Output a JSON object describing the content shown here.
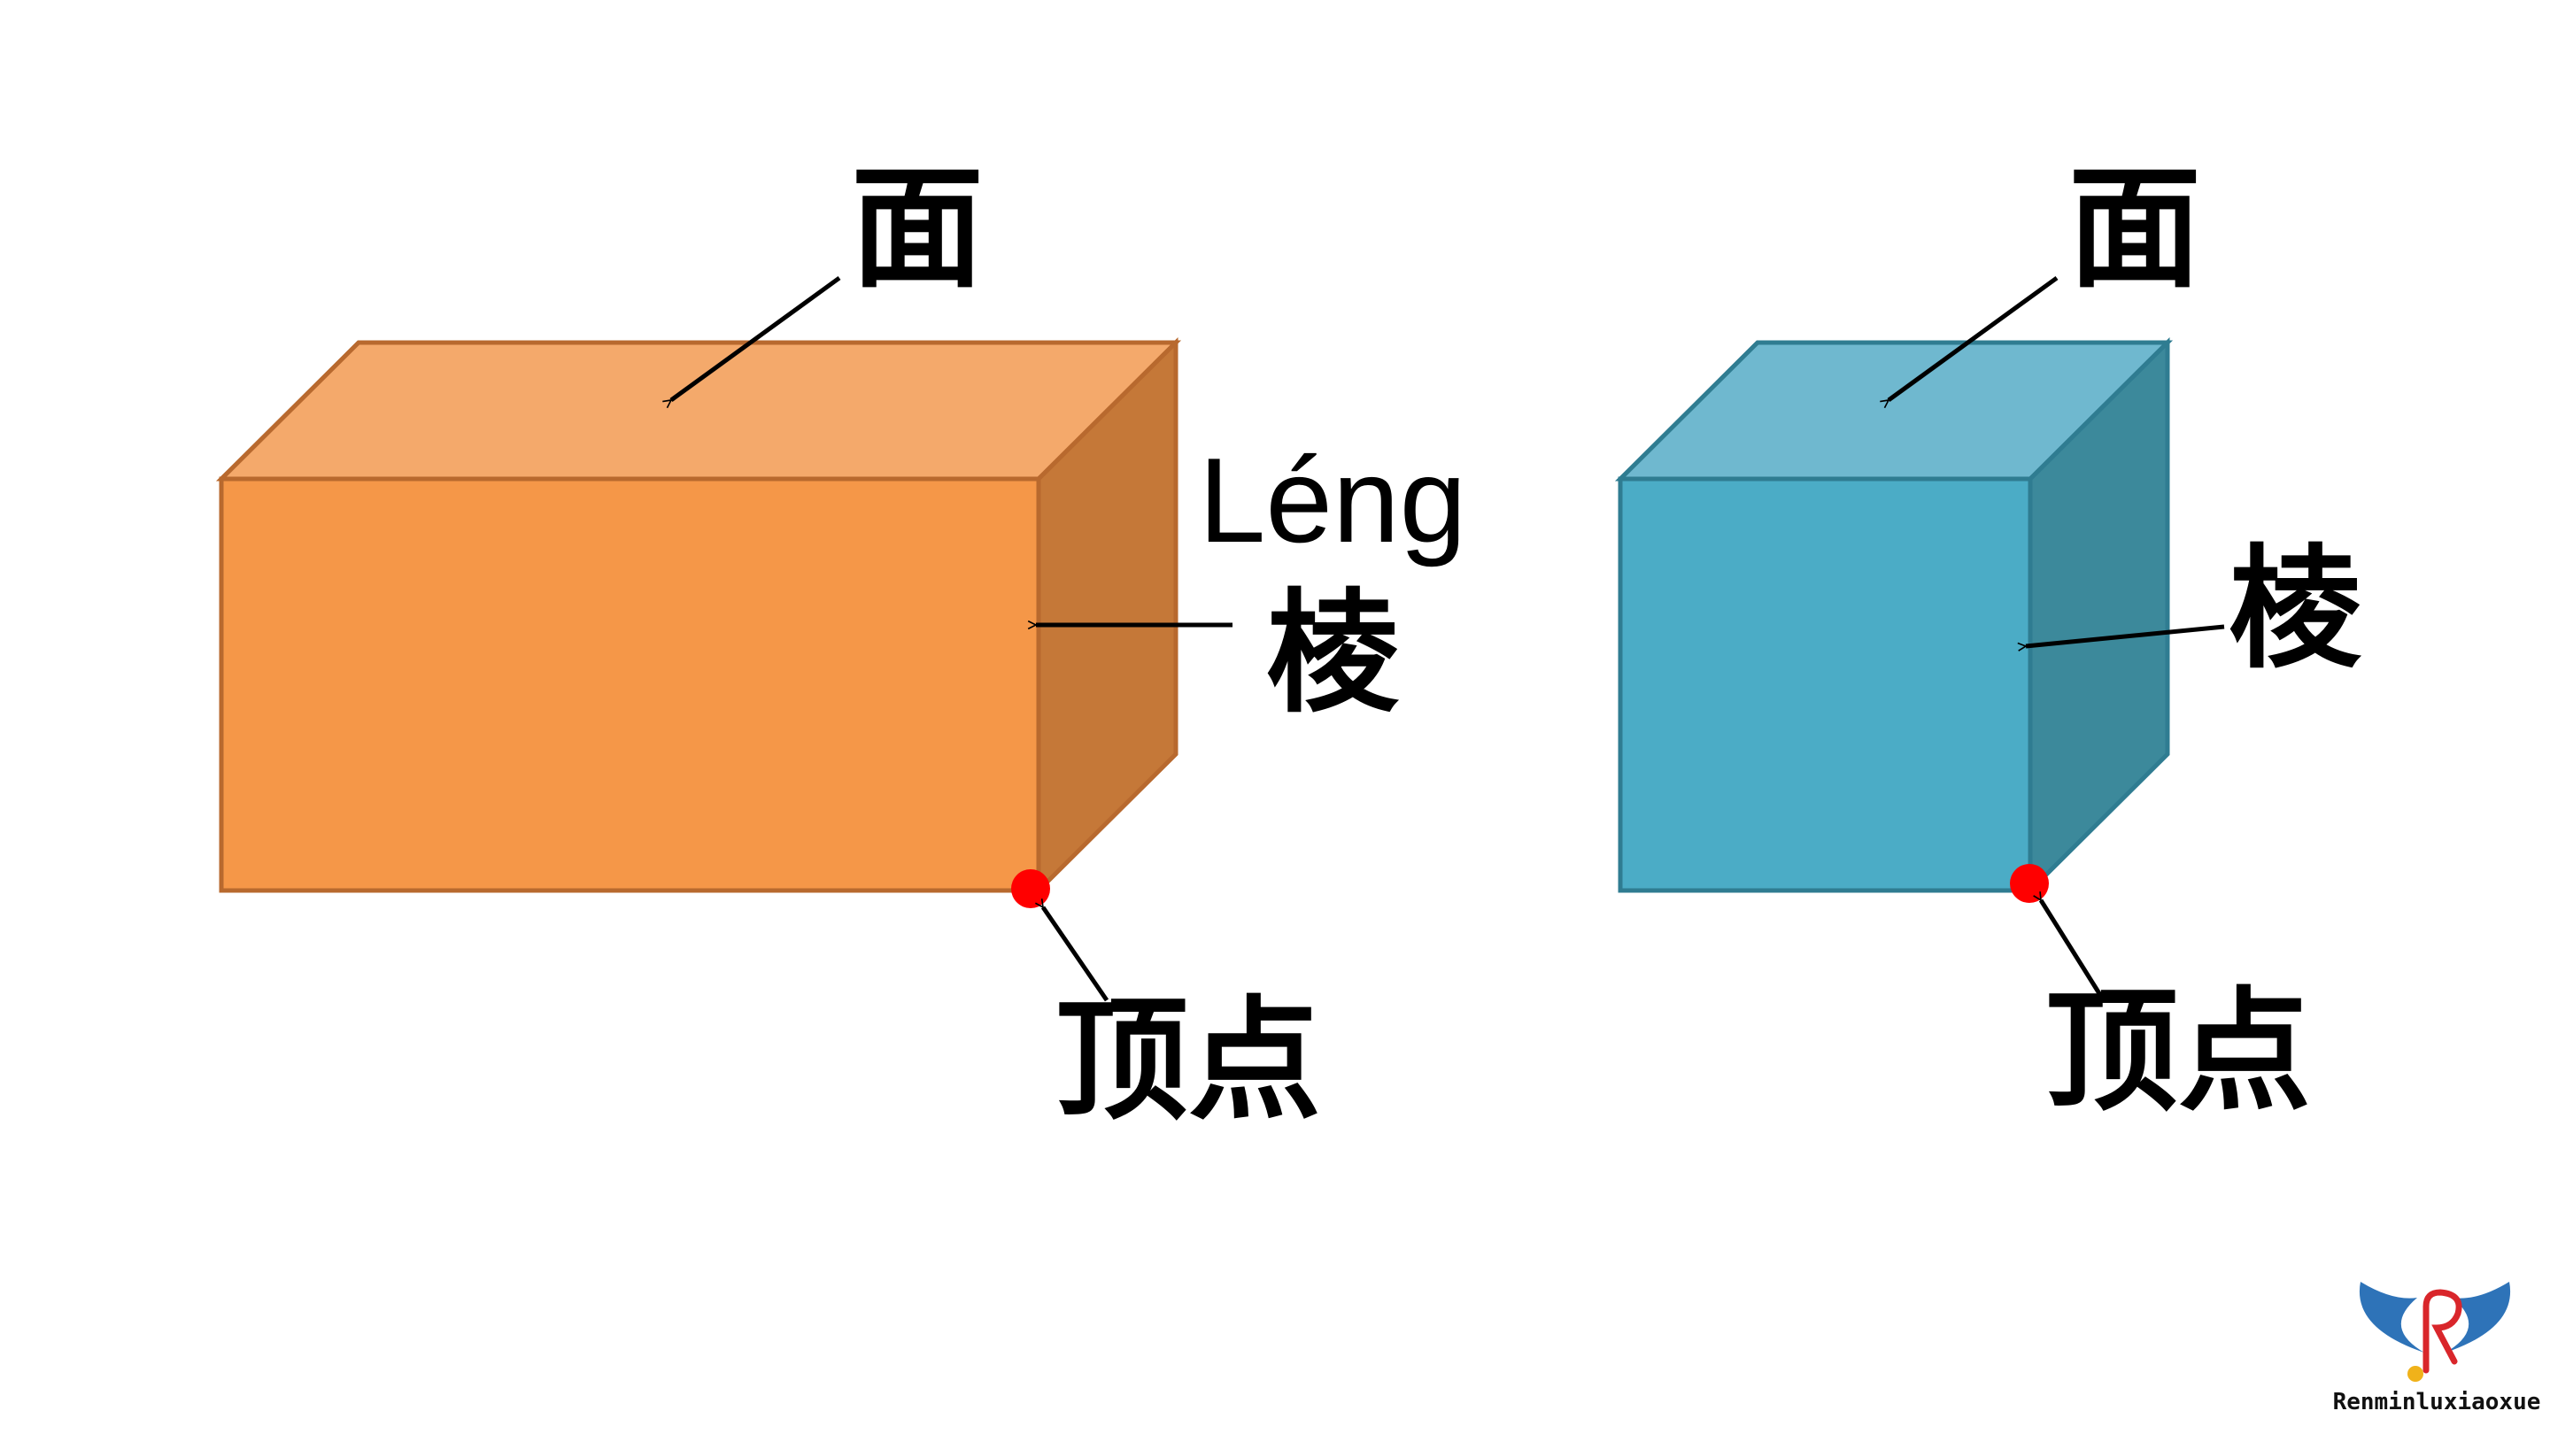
{
  "colors": {
    "cuboid_front": "#F59748",
    "cuboid_top": "#F4A96B",
    "cuboid_side": "#C57838",
    "cuboid_edge": "#B8692E",
    "cube_front": "#4BACC6",
    "cube_top": "#6FB8CF",
    "cube_side": "#3C899B",
    "cube_edge": "#2F7C91",
    "vertex_dot": "#FF0000",
    "arrow": "#000000"
  },
  "left_figure": {
    "face_label": "面",
    "edge_pinyin": "Léng",
    "edge_label": "棱",
    "vertex_label": "顶点"
  },
  "right_figure": {
    "face_label": "面",
    "edge_label": "棱",
    "vertex_label": "顶点"
  },
  "logo": {
    "text": "Renminluxiaoxue"
  }
}
